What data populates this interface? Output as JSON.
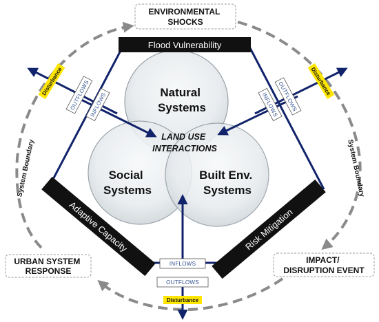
{
  "boxes": {
    "environmental_shocks": [
      "ENVIRONMENTAL",
      "SHOCKS"
    ],
    "urban_system_response": [
      "URBAN SYSTEM",
      "RESPONSE"
    ],
    "impact_disruption": [
      "IMPACT/",
      "DISRUPTION EVENT"
    ]
  },
  "bars": {
    "top": "Flood Vulnerability",
    "left": "Adaptive Capacity",
    "right": "Risk Mitigation"
  },
  "circles": {
    "natural": [
      "Natural",
      "Systems"
    ],
    "social": [
      "Social",
      "Systems"
    ],
    "built": [
      "Built Env.",
      "Systems"
    ],
    "center": [
      "LAND USE",
      "INTERACTIONS"
    ]
  },
  "flows": {
    "inflows": "INFLOWS",
    "outflows": "OUTFLOWS"
  },
  "disturbance": "Disturbance",
  "system_boundary": "System Boundary",
  "colors": {
    "navy": "#10236b",
    "bar": "#111111",
    "disturbance": "#ffe600",
    "dash": "#8a8a8a"
  }
}
